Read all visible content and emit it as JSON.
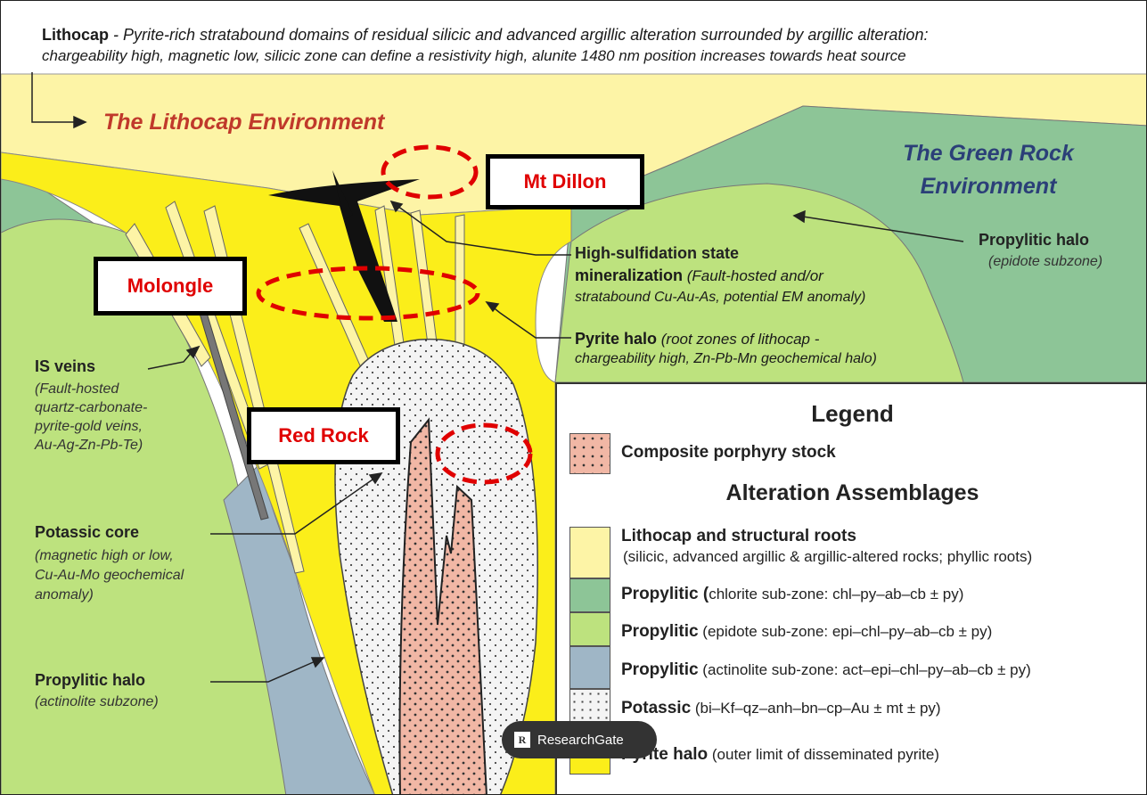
{
  "colors": {
    "lithocap": "#fdf4a6",
    "propylitic_chlorite": "#8dc597",
    "propylitic_epidote": "#bde27e",
    "propylitic_actinolite": "#9fb6c6",
    "pyrite_halo": "#fbee1a",
    "potassic": "#f4f4f4",
    "porphyry": "#f1b7a5",
    "callout_red": "#e00000",
    "env_red": "#c0392b",
    "env_blue": "#2b3f78"
  },
  "header": {
    "lithocap_title": "Lithocap",
    "lithocap_line1": " - Pyrite-rich stratabound domains of residual silicic and advanced argillic alteration surrounded by argillic alteration:",
    "lithocap_line2": "chargeability high, magnetic low, silicic zone can define a resistivity high, alunite 1480 nm position increases towards heat source"
  },
  "environments": {
    "lithocap": "The Lithocap Environment",
    "green_rock_line1": "The Green Rock",
    "green_rock_line2": "Environment"
  },
  "callouts": {
    "mt_dillon": "Mt Dillon",
    "molongle": "Molongle",
    "red_rock": "Red Rock"
  },
  "annotations": {
    "hs_title1": "High-sulfidation state",
    "hs_title2": "mineralization",
    "hs_desc2": " (Fault-hosted and/or",
    "hs_desc3": "stratabound Cu-Au-As, potential EM anomaly)",
    "pyrite_title": "Pyrite halo",
    "pyrite_desc1": " (root zones of lithocap -",
    "pyrite_desc2": "chargeability high, Zn-Pb-Mn geochemical halo)",
    "prop_right_title": "Propylitic halo",
    "prop_right_desc": "(epidote subzone)",
    "is_title": "IS veins",
    "is_desc1": "(Fault-hosted",
    "is_desc2": "quartz-carbonate-",
    "is_desc3": "pyrite-gold veins,",
    "is_desc4": "Au-Ag-Zn-Pb-Te)",
    "potassic_title": "Potassic core",
    "potassic_desc1": "(magnetic high or low,",
    "potassic_desc2": "Cu-Au-Mo geochemical",
    "potassic_desc3": "anomaly)",
    "prop_left_title": "Propylitic halo",
    "prop_left_desc": "(actinolite subzone)"
  },
  "legend": {
    "title": "Legend",
    "porphyry_label": "Composite porphyry stock",
    "assemblages_title": "Alteration Assemblages",
    "items": [
      {
        "bold": "Lithocap and structural roots",
        "rest": "",
        "line2": "(silicic, advanced argillic & argillic-altered rocks; phyllic roots)"
      },
      {
        "bold": "Propylitic (",
        "rest": "chlorite sub-zone: chl–py–ab–cb ± py)",
        "line2": ""
      },
      {
        "bold": "Propylitic",
        "rest": " (epidote sub-zone: epi–chl–py–ab–cb ± py)",
        "line2": ""
      },
      {
        "bold": "Propylitic",
        "rest": " (actinolite sub-zone: act–epi–chl–py–ab–cb ± py)",
        "line2": ""
      },
      {
        "bold": "Potassic",
        "rest": " (bi–Kf–qz–anh–bn–cp–Au ± mt ± py)",
        "line2": ""
      },
      {
        "bold": "Pyrite halo",
        "rest": " (outer limit of disseminated pyrite)",
        "line2": ""
      }
    ]
  },
  "badge": {
    "icon_text": "R",
    "label": "ResearchGate"
  }
}
